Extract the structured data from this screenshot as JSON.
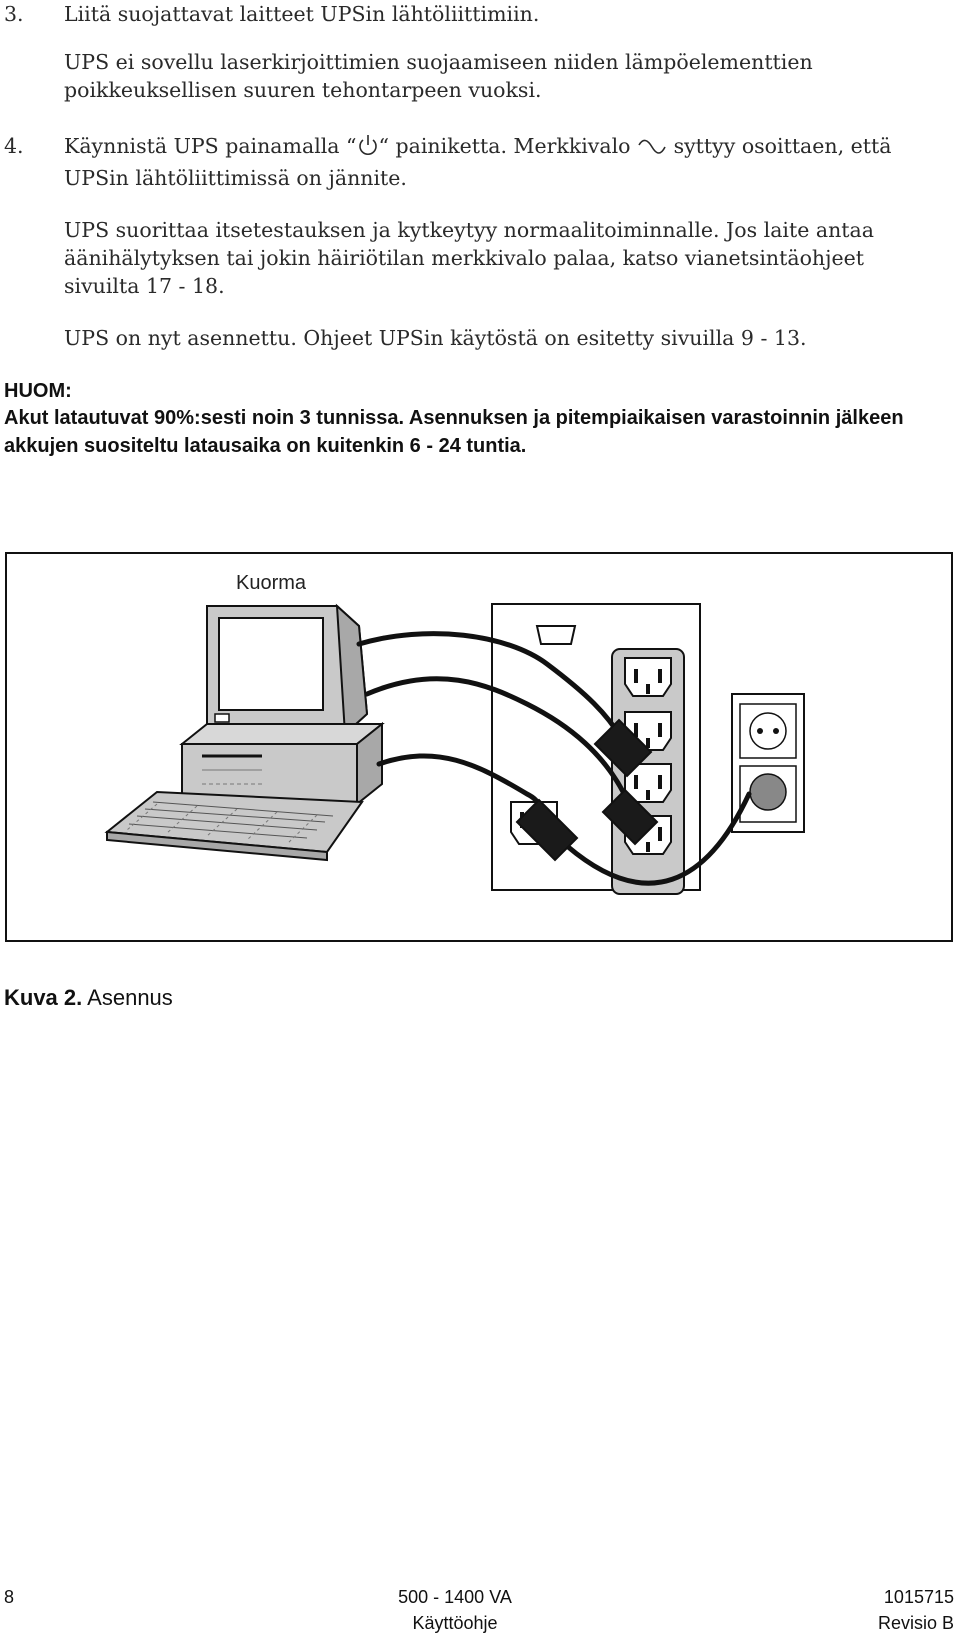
{
  "steps": {
    "s3": {
      "number": "3.",
      "text": "Liitä suojattavat laitteet UPSin lähtöliittimiin.",
      "note": "UPS ei sovellu laserkirjoittimien suojaamiseen niiden lämpöelementtien poikkeuksellisen suuren tehontarpeen vuoksi."
    },
    "s4": {
      "number": "4.",
      "text_before": "Käynnistä UPS painamalla “",
      "text_middle": "“ painiketta. Merkkivalo",
      "text_after": "syttyy osoittaen, että UPSin lähtöliittimissä on jännite.",
      "power_icon": "power-icon",
      "indicator_icon": "sine-wave-icon",
      "para1": "UPS suorittaa itsetestauksen ja kytkeytyy normaalitoiminnalle. Jos laite antaa äänihälytyksen tai jokin häiriötilan merkkivalo palaa, katso vianetsintäohjeet sivuilta 17 - 18.",
      "para2": "UPS on nyt asennettu. Ohjeet UPSin käytöstä on esitetty sivuilla 9 - 13."
    }
  },
  "note": {
    "heading": "HUOM:",
    "text": "Akut latautuvat 90%:sesti noin 3 tunnissa. Asennuksen ja pitempiaikaisen varastoinnin jälkeen akkujen suositeltu latausaika on kuitenkin 6 - 24 tuntia."
  },
  "figure": {
    "load_label": "Kuorma",
    "caption_label": "Kuva 2.",
    "caption_text": "Asennus"
  },
  "footer": {
    "page": "8",
    "model": "500 - 1400 VA",
    "doc_type": "Käyttöohje",
    "doc_number": "1015715",
    "revision": "Revisio B"
  },
  "colors": {
    "body_text": "#2a2a2a",
    "illustration_gray": "#c9c9c9",
    "illustration_dark": "#111111"
  }
}
